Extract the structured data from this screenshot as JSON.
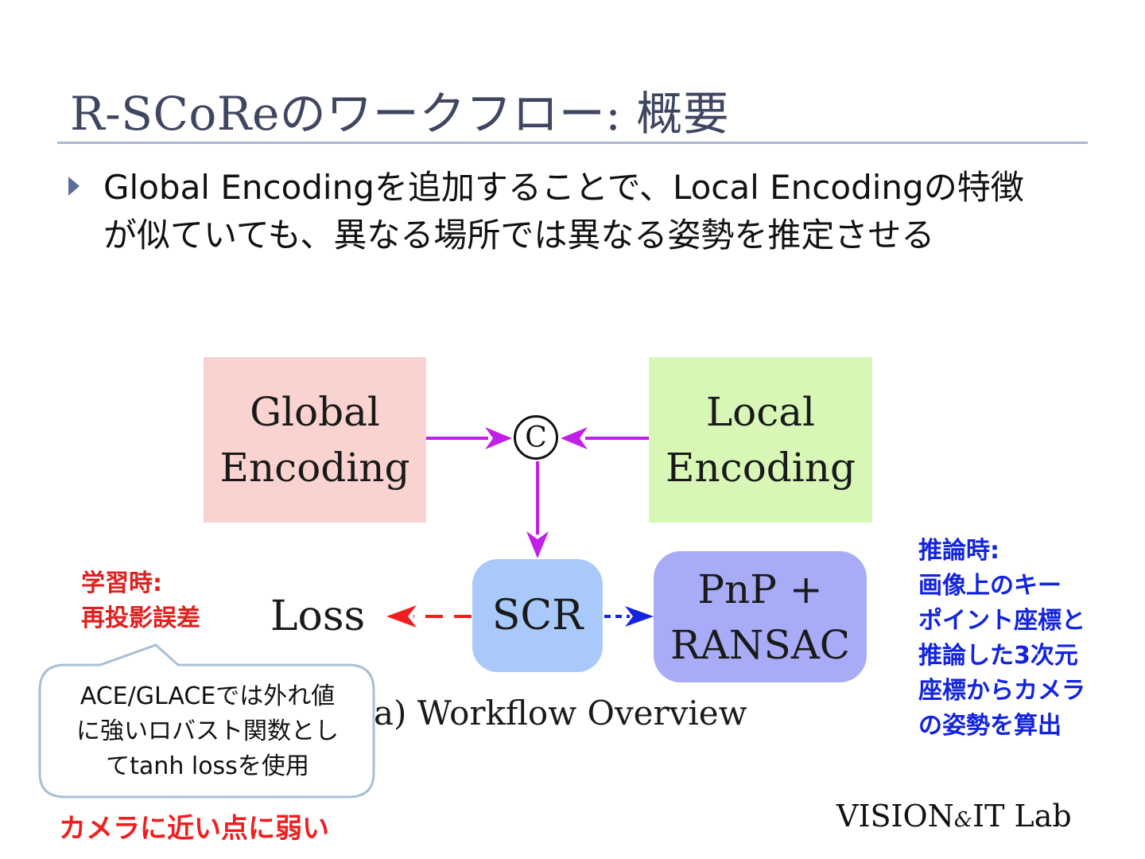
{
  "title": "R-SCoReのワークフロー: 概要",
  "bullet": {
    "line1": "Global Encodingを追加することで、Local Encodingの特徴",
    "line2": "が似ていても、異なる場所では異なる姿勢を推定させる"
  },
  "diagram": {
    "global_encoding": {
      "line1": "Global",
      "line2": "Encoding",
      "color": "#f9d3d0"
    },
    "local_encoding": {
      "line1": "Local",
      "line2": "Encoding",
      "color": "#d8f7b7"
    },
    "concat_symbol": "C",
    "scr": {
      "label": "SCR",
      "color": "#a8c9f9"
    },
    "pnp_ransac": {
      "line1": "PnP +",
      "line2": "RANSAC",
      "color": "#a8acf7"
    },
    "loss": "Loss",
    "caption": "a) Workflow Overview",
    "colors": {
      "solid_arrow": "#c21fe8",
      "loss_arrow": "#f01f1f",
      "inference_arrow": "#1324e0"
    }
  },
  "annotations": {
    "training": {
      "line1": "学習時:",
      "line2": "再投影誤差"
    },
    "inference": {
      "line1": "推論時:",
      "line2": "画像上のキー",
      "line3": "ポイント座標と",
      "line4": "推論した3次元",
      "line5": "座標からカメラ",
      "line6": "の姿勢を算出"
    },
    "callout": {
      "line1": "ACE/GLACEでは外れ値",
      "line2": "に強いロバスト関数とし",
      "line3": "てtanh lossを使用"
    },
    "weakness": "カメラに近い点に弱い"
  },
  "footer": {
    "lab_left": "VISION",
    "lab_amp": "&",
    "lab_right": "IT Lab"
  }
}
